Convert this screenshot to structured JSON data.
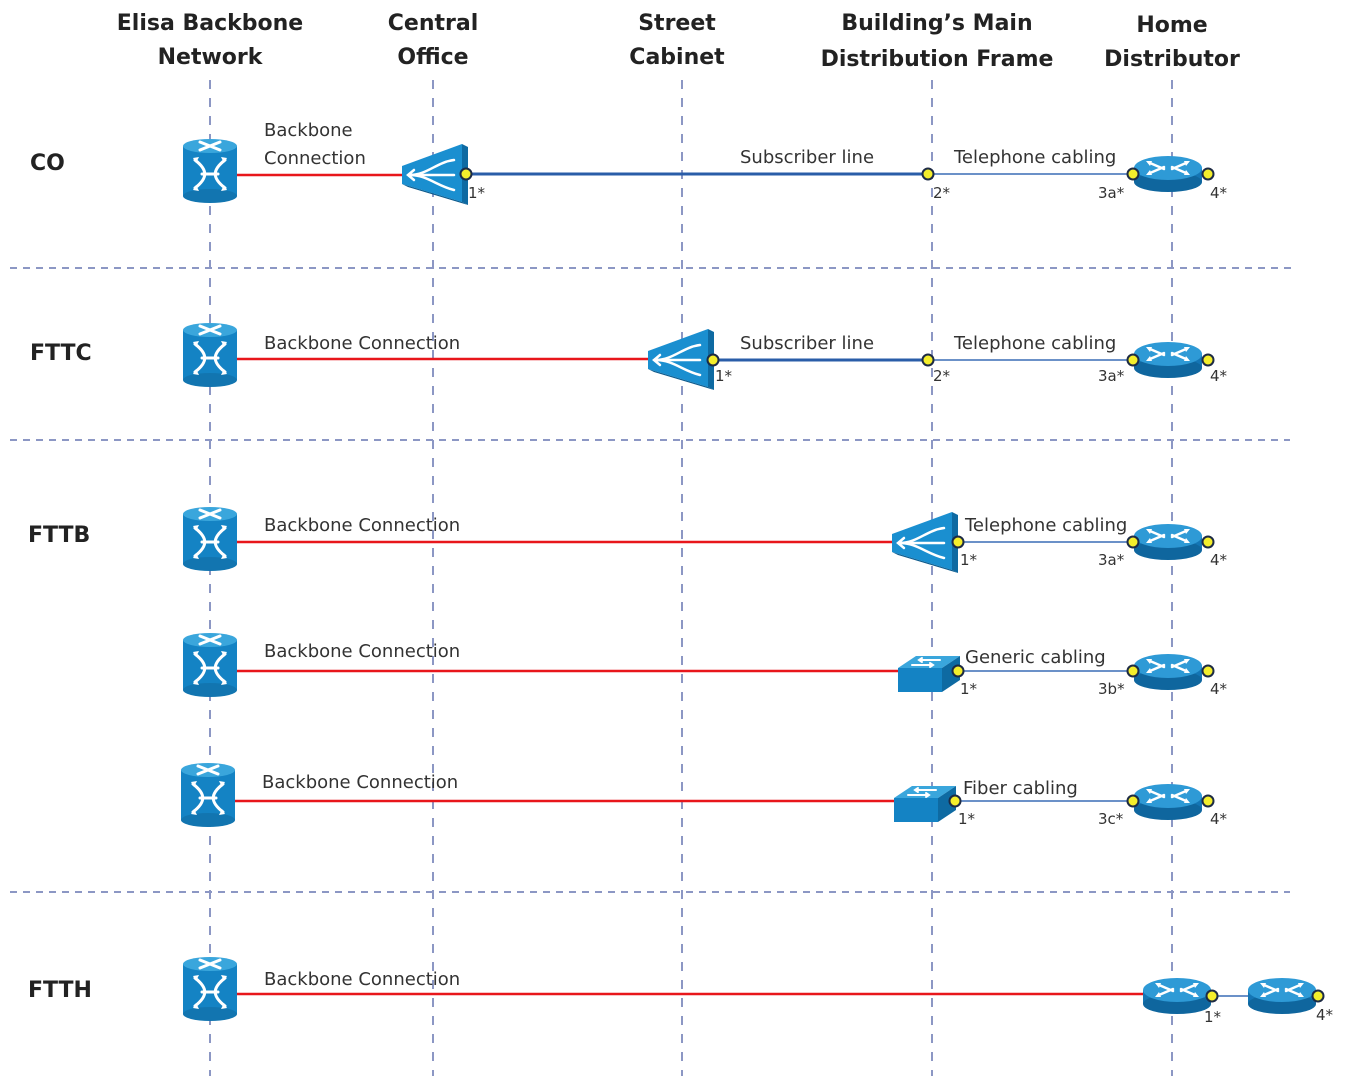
{
  "columns": {
    "backbone": [
      "Elisa Backbone",
      "Network"
    ],
    "central_office": [
      "Central",
      "Office"
    ],
    "street_cabinet": [
      "Street",
      "Cabinet"
    ],
    "building_mdf": [
      "Building’s Main",
      "Distribution Frame"
    ],
    "home_distributor": [
      "Home",
      "Distributor"
    ]
  },
  "rows": {
    "co": {
      "label": "CO",
      "backbone_label": [
        "Backbone",
        "Connection"
      ],
      "subscriber_label": "Subscriber line",
      "cabling_label": "Telephone cabling",
      "ports": [
        "1*",
        "2*",
        "3a*",
        "4*"
      ]
    },
    "fttc": {
      "label": "FTTC",
      "backbone_label": "Backbone Connection",
      "subscriber_label": "Subscriber line",
      "cabling_label": "Telephone cabling",
      "ports": [
        "1*",
        "2*",
        "3a*",
        "4*"
      ]
    },
    "fttb": {
      "label": "FTTB",
      "variants": [
        {
          "backbone_label": "Backbone Connection",
          "cabling_label": "Telephone cabling",
          "ports": [
            "1*",
            "3a*",
            "4*"
          ]
        },
        {
          "backbone_label": "Backbone Connection",
          "cabling_label": "Generic cabling",
          "ports": [
            "1*",
            "3b*",
            "4*"
          ]
        },
        {
          "backbone_label": "Backbone Connection",
          "cabling_label": "Fiber cabling",
          "ports": [
            "1*",
            "3c*",
            "4*"
          ]
        }
      ]
    },
    "ftth": {
      "label": "FTTH",
      "backbone_label": "Backbone Connection",
      "ports": [
        "1*",
        "4*"
      ]
    }
  },
  "colors": {
    "backbone_link": "#e8161b",
    "subscriber_link": "#2a5da8",
    "device_blue": "#1a8fd0",
    "port_fill": "#f4ee2c",
    "guide_lines": "#8c97c4"
  },
  "icons": {
    "backbone_node": "core-router-icon",
    "dslam": "dslam-icon",
    "switch": "switch-icon",
    "home_router": "router-icon"
  }
}
